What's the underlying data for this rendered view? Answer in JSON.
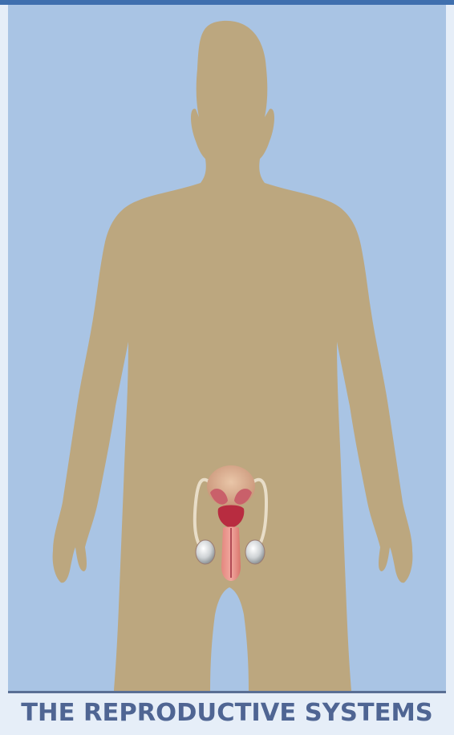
{
  "title": "THE REPRODUCTIVE SYSTEMS",
  "colors": {
    "background_panel": "#a9c4e4",
    "frame": "#e6eef8",
    "top_bar": "#3f6fae",
    "silhouette": "#bca77f",
    "title_text": "#4f6593",
    "title_rule": "#5a6f95"
  },
  "figure": {
    "subject": "male-silhouette",
    "organs": [
      "bladder",
      "seminal-vesicles",
      "prostate",
      "vas-deferens",
      "testes",
      "penis"
    ]
  }
}
